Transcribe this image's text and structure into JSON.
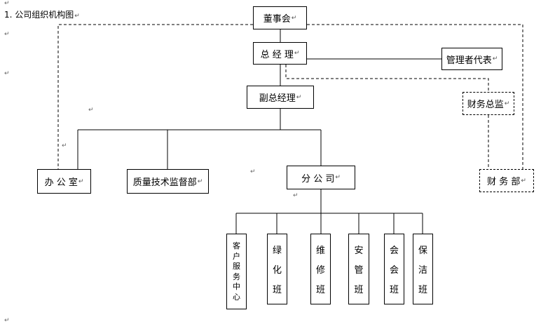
{
  "title": "1. 公司组织机构图",
  "return_mark": "↵",
  "nodes": {
    "board": "董事会",
    "general_manager": "总 经 理",
    "management_representative": "管理者代表",
    "deputy_general_manager": "副总经理",
    "finance_director": "财务总监",
    "office": "办 公 室",
    "quality_tech_supervision": "质量技术监督部",
    "branch_company": "分 公 司",
    "finance_department": "财 务 部"
  },
  "teams": [
    {
      "label": [
        "客",
        "户",
        "服",
        "务",
        "中",
        "心"
      ]
    },
    {
      "label": [
        "绿",
        "化",
        "班"
      ]
    },
    {
      "label": [
        "维",
        "修",
        "班"
      ]
    },
    {
      "label": [
        "安",
        "管",
        "班"
      ]
    },
    {
      "label": [
        "会",
        "会",
        "班"
      ]
    },
    {
      "label": [
        "保",
        "洁",
        "班"
      ]
    }
  ]
}
